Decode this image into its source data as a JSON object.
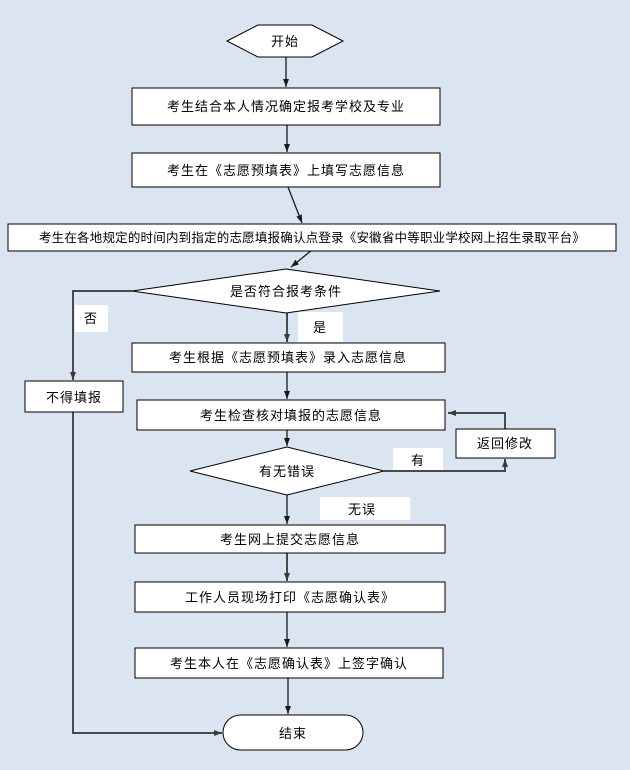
{
  "page": {
    "background_color": "#dbe5f1"
  },
  "flowchart": {
    "style": {
      "node_fill": "#ffffff",
      "node_border": "#000000",
      "edge_color_dark": "#1a1a1a",
      "edge_color_gray": "#4a4a4a",
      "edge_label_background": "#ffffff",
      "text_color": "#000000"
    },
    "nodes": {
      "start": {
        "shape": "hexagon",
        "label": "开始"
      },
      "step_choose_school": {
        "shape": "rect",
        "label": "考生结合本人情况确定报考学校及专业"
      },
      "step_prefill_form": {
        "shape": "rect",
        "label": "考生在《志愿预填表》上填写志愿信息"
      },
      "step_login_platform": {
        "shape": "rect",
        "label": "考生在各地规定的时间内到指定的志愿填报确认点登录《安徽省中等职业学校网上招生录取平台》"
      },
      "decision_qualify": {
        "shape": "diamond",
        "label": "是否符合报考条件"
      },
      "step_not_allowed": {
        "shape": "rect",
        "label": "不得填报"
      },
      "step_enter_info": {
        "shape": "rect",
        "label": "考生根据《志愿预填表》录入志愿信息"
      },
      "step_check_info": {
        "shape": "rect",
        "label": "考生检查核对填报的志愿信息"
      },
      "decision_errors": {
        "shape": "diamond",
        "label": "有无错误"
      },
      "step_return_modify": {
        "shape": "rect",
        "label": "返回修改"
      },
      "step_submit_online": {
        "shape": "rect",
        "label": "考生网上提交志愿信息"
      },
      "step_print_confirm": {
        "shape": "rect",
        "label": "工作人员现场打印《志愿确认表》"
      },
      "step_sign_confirm": {
        "shape": "rect",
        "label": "考生本人在《志愿确认表》上签字确认"
      },
      "end": {
        "shape": "terminator",
        "label": "结束"
      }
    },
    "edge_labels": {
      "no": "否",
      "yes": "是",
      "has_error": "有",
      "no_error": "无误"
    }
  }
}
